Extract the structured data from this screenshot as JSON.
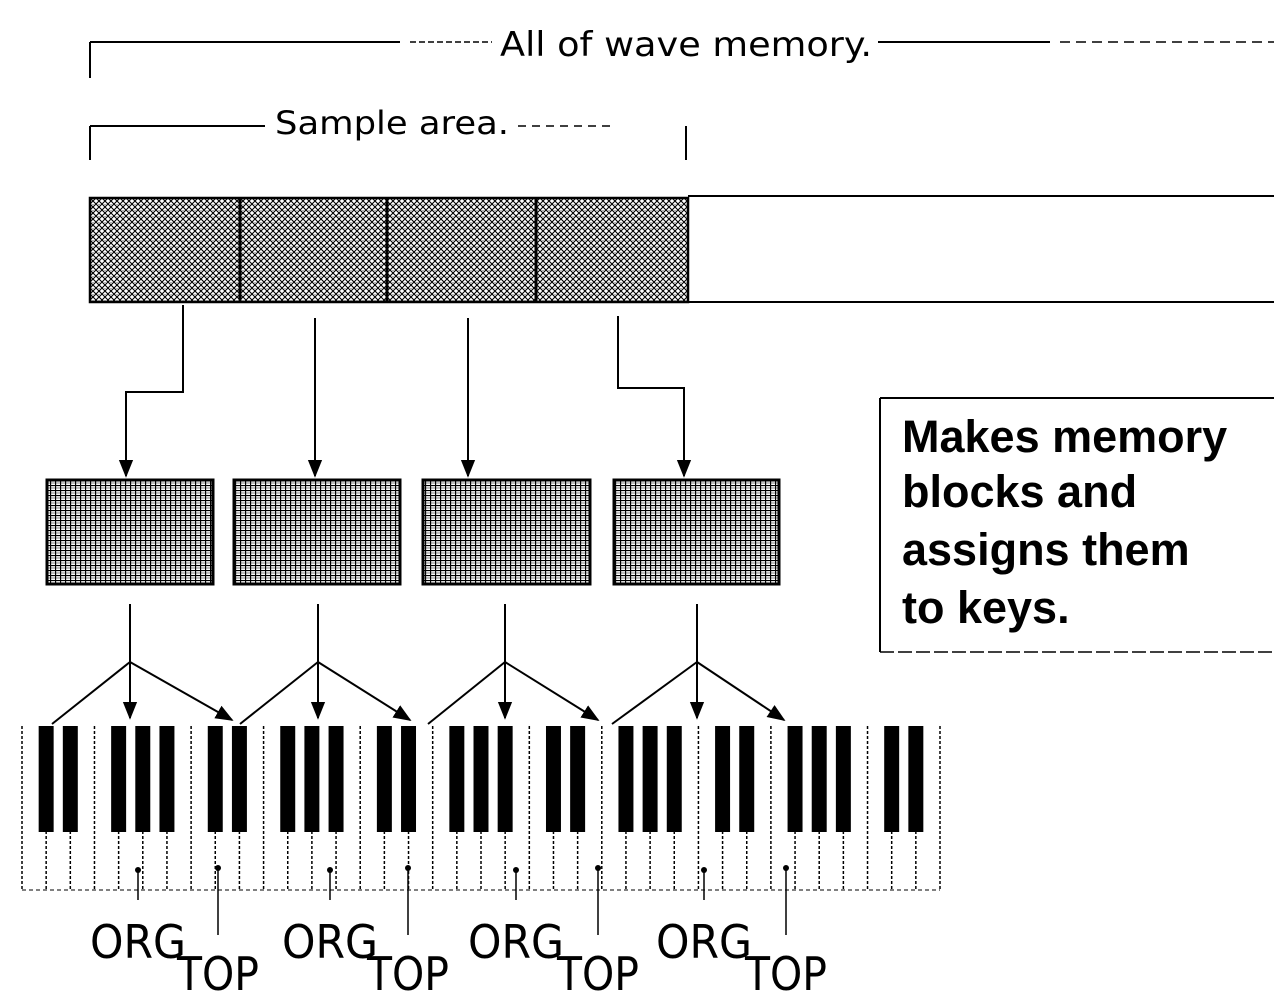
{
  "diagram": {
    "wave_memory_label": "All of wave memory.",
    "sample_area_label": "Sample area.",
    "callout": {
      "lines": [
        "Makes memory",
        "blocks and",
        "assigns them",
        "to keys."
      ]
    },
    "key_markers": [
      {
        "org": "ORG",
        "top": "TOP"
      },
      {
        "org": "ORG",
        "top": "TOP"
      },
      {
        "org": "ORG",
        "top": "TOP"
      },
      {
        "org": "ORG",
        "top": "TOP"
      }
    ]
  }
}
